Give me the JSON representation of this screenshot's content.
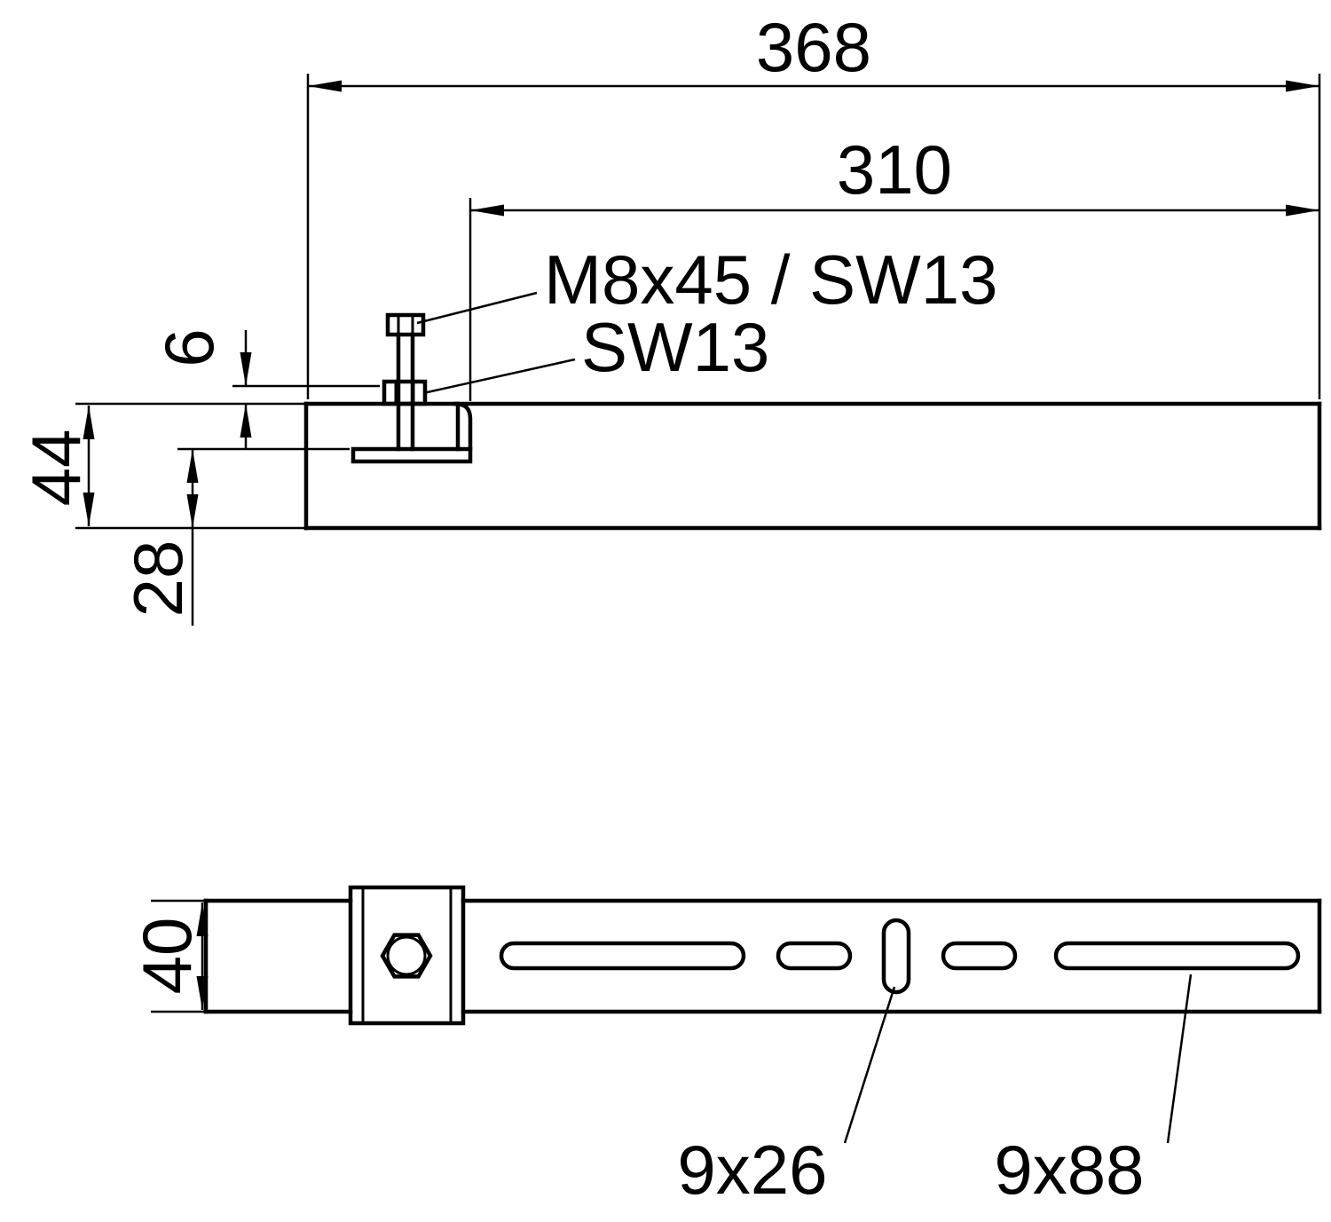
{
  "colors": {
    "line": "#000000",
    "bg": "#ffffff"
  },
  "side_view": {
    "dim_total": "368",
    "dim_partial": "310",
    "bolt_label": "M8x45 / SW13",
    "nut_label": "SW13",
    "dim_clamp_gap": "6",
    "dim_height": "44",
    "dim_clamp_depth": "28"
  },
  "plan_view": {
    "dim_width": "40",
    "slot_small_label": "9x26",
    "slot_long_label": "9x88"
  }
}
